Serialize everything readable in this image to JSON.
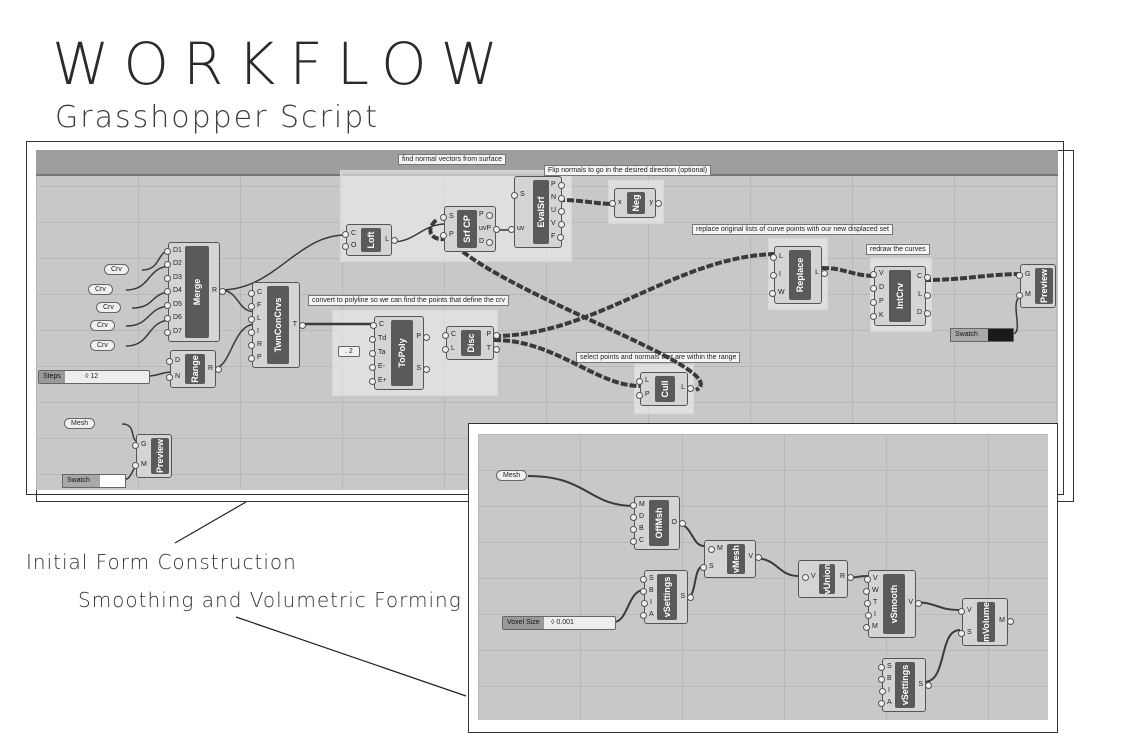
{
  "header": {
    "title": "WORKFLOW",
    "subtitle": "Grasshopper Script"
  },
  "captions": {
    "initial": "Initial Form Construction",
    "smoothing": "Smoothing and Volumetric Forming"
  },
  "colors": {
    "canvas": "#c8c8c8",
    "component_body": "#5a5a5a",
    "wire": "#3a3a3a"
  },
  "script1": {
    "notes": {
      "normals": "find normal vectors from surface",
      "flip": "Flip normals to go in the desired direction (optional)",
      "replace": "replace original lists of curve points with our new displaced set",
      "redraw": "redraw the curves",
      "polyline": "convert to polyline so we can find the points that define the crv",
      "cull": "select points and normals that are within the range"
    },
    "crv_params": [
      "Crv",
      "Crv",
      "Crv",
      "Crv",
      "Crv"
    ],
    "slider": {
      "name": "Steps",
      "value": "◊ 12"
    },
    "panel_value": ". 2",
    "mesh_param": "Mesh",
    "swatch": "Swatch",
    "swatch2": "Swatch",
    "components": {
      "merge": {
        "name": "Merge",
        "inputs": [
          "D1",
          "D2",
          "D3",
          "D4",
          "D5",
          "D6",
          "D7"
        ],
        "outputs": [
          "R"
        ]
      },
      "range": {
        "name": "Range",
        "inputs": [
          "D",
          "N"
        ],
        "outputs": [
          "R"
        ]
      },
      "twn": {
        "name": "TwnConCrvs",
        "inputs": [
          "C",
          "F",
          "L",
          "I",
          "R",
          "P"
        ],
        "outputs": [
          "T"
        ]
      },
      "loft": {
        "name": "Loft",
        "inputs": [
          "C",
          "O"
        ],
        "outputs": [
          "L"
        ]
      },
      "srfcp": {
        "name": "Srf CP",
        "inputs": [
          "S",
          "P"
        ],
        "outputs": [
          "P",
          "uvP",
          "D"
        ]
      },
      "evalsrf": {
        "name": "EvalSrf",
        "inputs": [
          "S",
          "uv"
        ],
        "outputs": [
          "P",
          "N",
          "U",
          "V",
          "F"
        ]
      },
      "neg": {
        "name": "Neg",
        "inputs": [
          "x"
        ],
        "outputs": [
          "y"
        ]
      },
      "topoly": {
        "name": "ToPoly",
        "inputs": [
          "C",
          "Td",
          "Ta",
          "E-",
          "E+"
        ],
        "outputs": [
          "P",
          "S"
        ]
      },
      "disc": {
        "name": "Disc",
        "inputs": [
          "C",
          "L"
        ],
        "outputs": [
          "P",
          "T"
        ]
      },
      "cull": {
        "name": "Cull",
        "inputs": [
          "L",
          "P"
        ],
        "outputs": [
          "L"
        ]
      },
      "replace": {
        "name": "Replace",
        "inputs": [
          "L",
          "I",
          "W"
        ],
        "outputs": [
          "L"
        ]
      },
      "intcrv": {
        "name": "IntCrv",
        "inputs": [
          "V",
          "D",
          "P",
          "K"
        ],
        "outputs": [
          "C",
          "L",
          "D"
        ]
      },
      "preview": {
        "name": "Preview",
        "inputs": [
          "G",
          "M"
        ],
        "outputs": []
      },
      "preview2": {
        "name": "Preview",
        "inputs": [
          "G",
          "M"
        ],
        "outputs": []
      }
    }
  },
  "script2": {
    "mesh_param": "Mesh",
    "slider": {
      "name": "Voxel Size",
      "value": "◊ 0.001"
    },
    "components": {
      "offmesh": {
        "name": "OffMsh",
        "inputs": [
          "M",
          "D",
          "B",
          "C"
        ],
        "outputs": [
          "O"
        ]
      },
      "vmesh": {
        "name": "vMesh",
        "inputs": [
          "M",
          "S"
        ],
        "outputs": [
          "V"
        ]
      },
      "vsettings": {
        "name": "vSettings",
        "inputs": [
          "S",
          "B",
          "I",
          "A"
        ],
        "outputs": [
          "S"
        ]
      },
      "vunion": {
        "name": "vUnion",
        "inputs": [
          "V"
        ],
        "outputs": [
          "R"
        ]
      },
      "vsmooth": {
        "name": "vSmooth",
        "inputs": [
          "V",
          "W",
          "T",
          "I",
          "M"
        ],
        "outputs": [
          "V"
        ]
      },
      "mvolume": {
        "name": "mVolume",
        "inputs": [
          "V",
          "S"
        ],
        "outputs": [
          "M"
        ]
      },
      "vsettings2": {
        "name": "vSettings",
        "inputs": [
          "S",
          "B",
          "I",
          "A"
        ],
        "outputs": [
          "S"
        ]
      }
    }
  }
}
